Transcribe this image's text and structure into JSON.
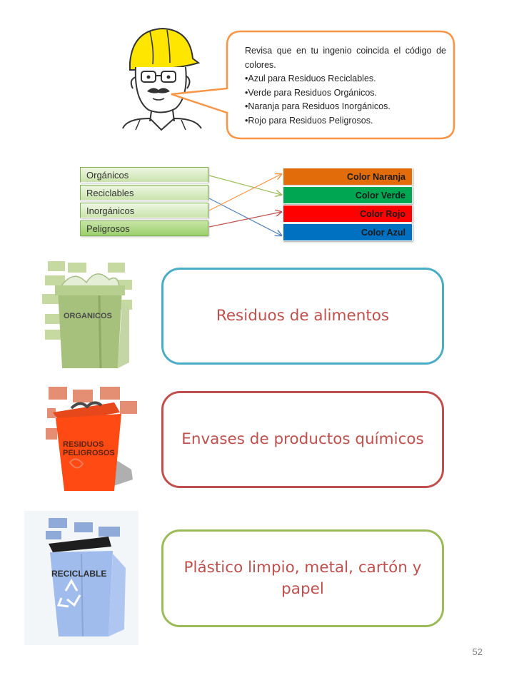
{
  "speech_bubble": {
    "intro": "Revisa que en tu ingenio coincida el código de colores.",
    "items": [
      "•Azul para Residuos Reciclables.",
      "•Verde para Residuos Orgánicos.",
      "•Naranja para Residuos Inorgánicos.",
      "•Rojo para Residuos Peligrosos."
    ]
  },
  "matching": {
    "left": [
      "Orgánicos",
      "Reciclables",
      "Inorgánicos",
      "Peligrosos"
    ],
    "right": [
      "Color Naranja",
      "Color Verde",
      "Color Rojo",
      "Color Azul"
    ]
  },
  "colors": {
    "naranja": "#e36c0a",
    "verde": "#00a651",
    "rojo": "#ff0000",
    "azul": "#0070c0",
    "bubble_border": "#f79646",
    "box_organicos": "#4bacc6",
    "box_peligrosos": "#c0504d",
    "box_reciclable": "#9bbb59"
  },
  "bins": {
    "organicos_label": "ORGANICOS",
    "peligrosos_label_1": "RESIDUOS",
    "peligrosos_label_2": "PELIGROSOS",
    "reciclable_label": "RECICLABLE"
  },
  "descriptions": [
    "Residuos de alimentos",
    "Envases de productos químicos",
    "Plástico limpio, metal, cartón y papel"
  ],
  "page_number": "52"
}
